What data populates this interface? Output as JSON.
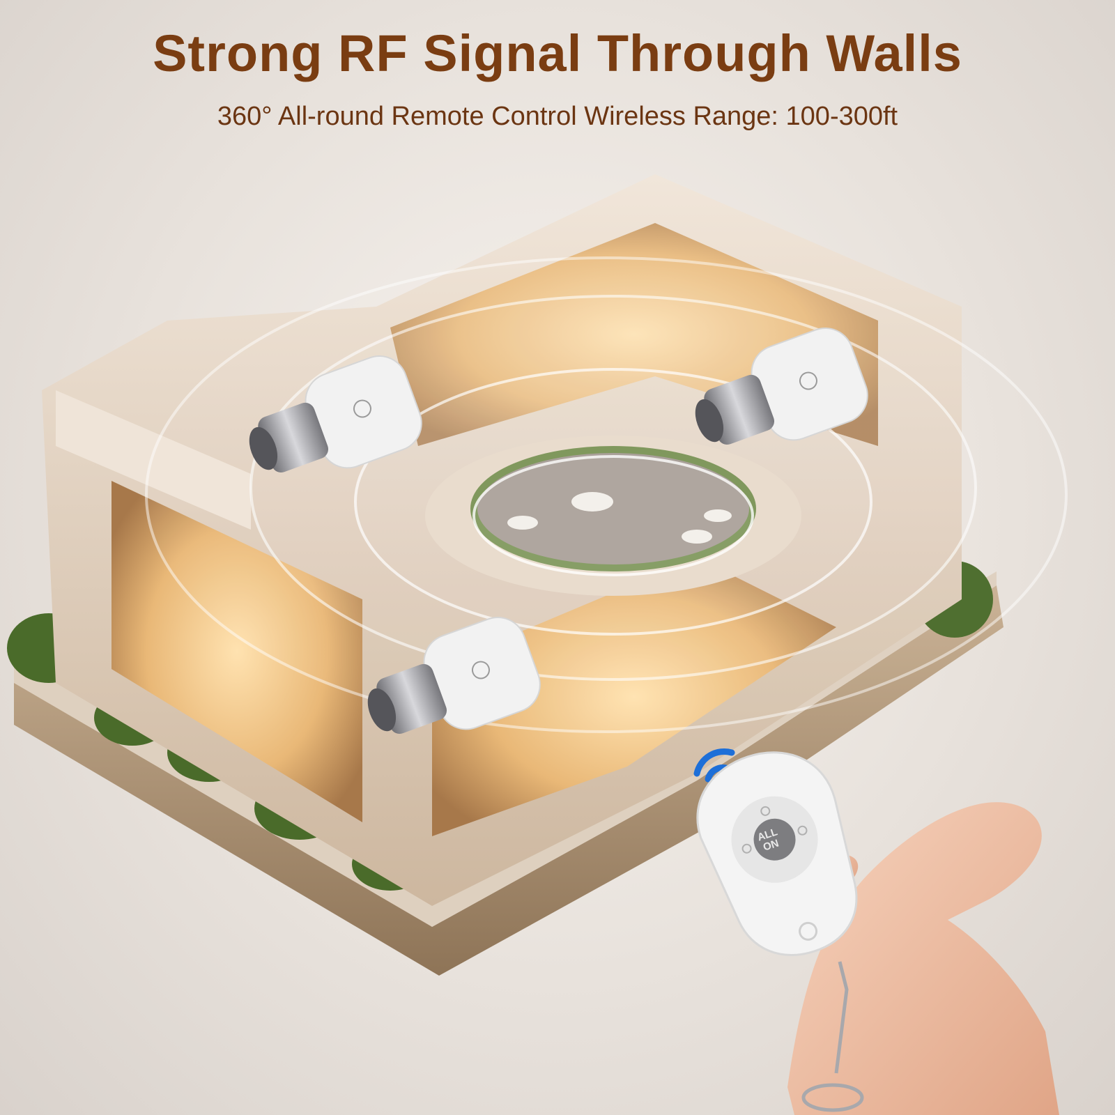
{
  "headline": "Strong RF Signal Through Walls",
  "subheadline": "360° All-round Remote Control Wireless Range: 100-300ft",
  "remote": {
    "center_button_line1": "ALL",
    "center_button_line2": "ON"
  },
  "colors": {
    "headline": "#7a3d12",
    "signal_icon": "#1d6fd8",
    "room_glow": "#f3c98c",
    "bulb_body": "#f2f2f2"
  },
  "icons": [
    "wifi-signal-icon",
    "power-icon",
    "sun-icon"
  ]
}
